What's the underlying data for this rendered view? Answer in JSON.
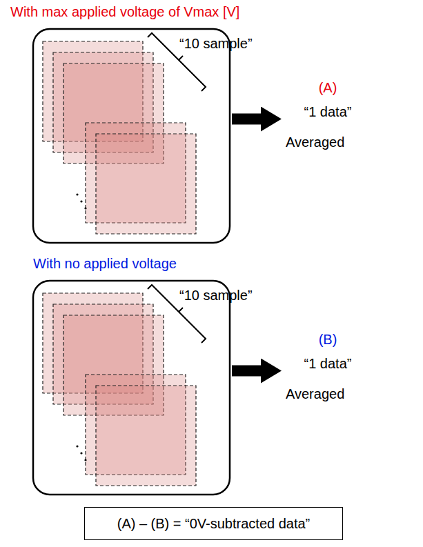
{
  "diagram": {
    "nodes": [
      {
        "text": [
          "With max applied voltage of Vmax [V]",
          "“10 sample”"
        ]
      },
      {
        "text": [
          "(A)",
          "“1 data”"
        ]
      },
      {
        "text": [
          "With no applied voltage",
          "“10 sample”"
        ]
      },
      {
        "text": [
          "(B)",
          "“1 data”"
        ]
      },
      {
        "text": [
          "(A) – (B) = “0V-subtracted data”"
        ]
      }
    ],
    "edges": [
      {
        "from": 0,
        "to": 1,
        "arrow": "to",
        "label": "Averaged"
      },
      {
        "from": 2,
        "to": 3,
        "arrow": "to",
        "label": "Averaged"
      }
    ]
  }
}
